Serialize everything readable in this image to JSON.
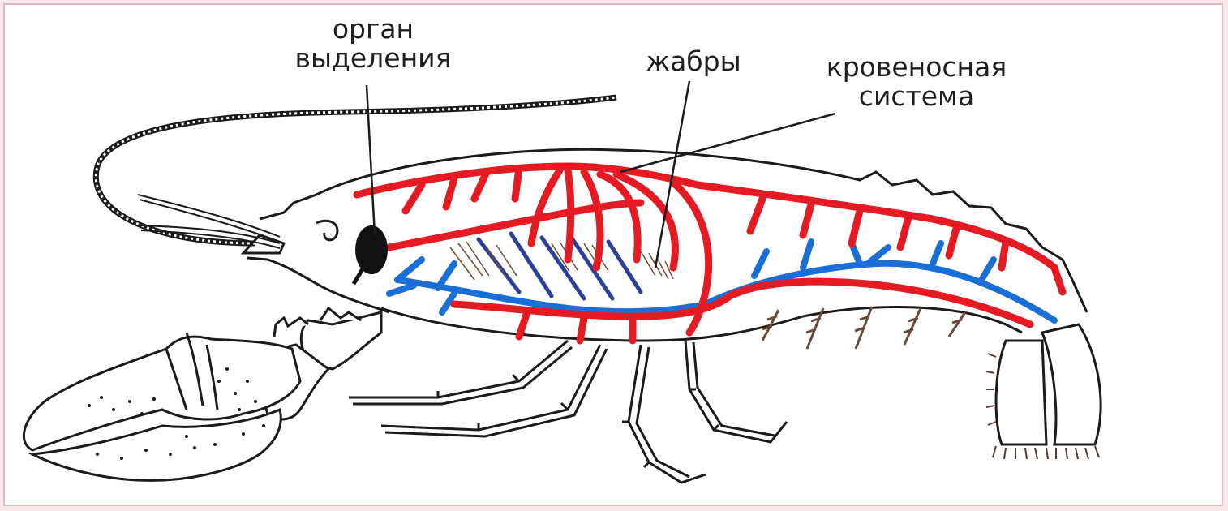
{
  "labels": {
    "excretory_line1": "орган",
    "excretory_line2": "выделения",
    "gills": "жабры",
    "circulatory_line1": "кровеносная",
    "circulatory_line2": "система"
  },
  "colors": {
    "artery": "#e41b23",
    "vein": "#1a6fd6",
    "gill": "#2a3f9a",
    "outline": "#1b1b1b",
    "organ": "#111111"
  }
}
